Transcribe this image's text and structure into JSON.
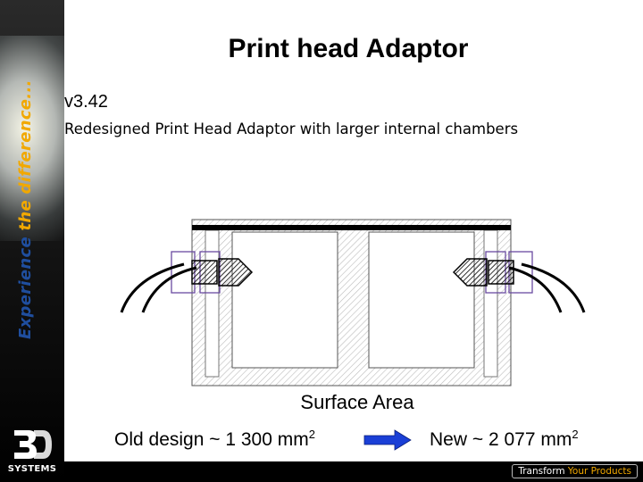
{
  "sidebar": {
    "tagline_part1": "Experience ",
    "tagline_part2": "the difference...",
    "logo_mark": "3D",
    "logo_text": "SYSTEMS",
    "colors": {
      "blue": "#1f4e9e",
      "gold": "#f1a800"
    }
  },
  "footer": {
    "badge_part1": "Transform ",
    "badge_part2": "Your Products"
  },
  "slide": {
    "title": "Print head Adaptor",
    "version": "v3.42",
    "subtitle": "Redesigned Print Head Adaptor with larger internal chambers",
    "surface_label": "Surface Area",
    "old_design_text": "Old design ~ 1 300 mm",
    "old_design_sup": "2",
    "new_design_text": "New ~ 2 077 mm",
    "new_design_sup": "2",
    "arrow_color": "#1a3fd6"
  }
}
